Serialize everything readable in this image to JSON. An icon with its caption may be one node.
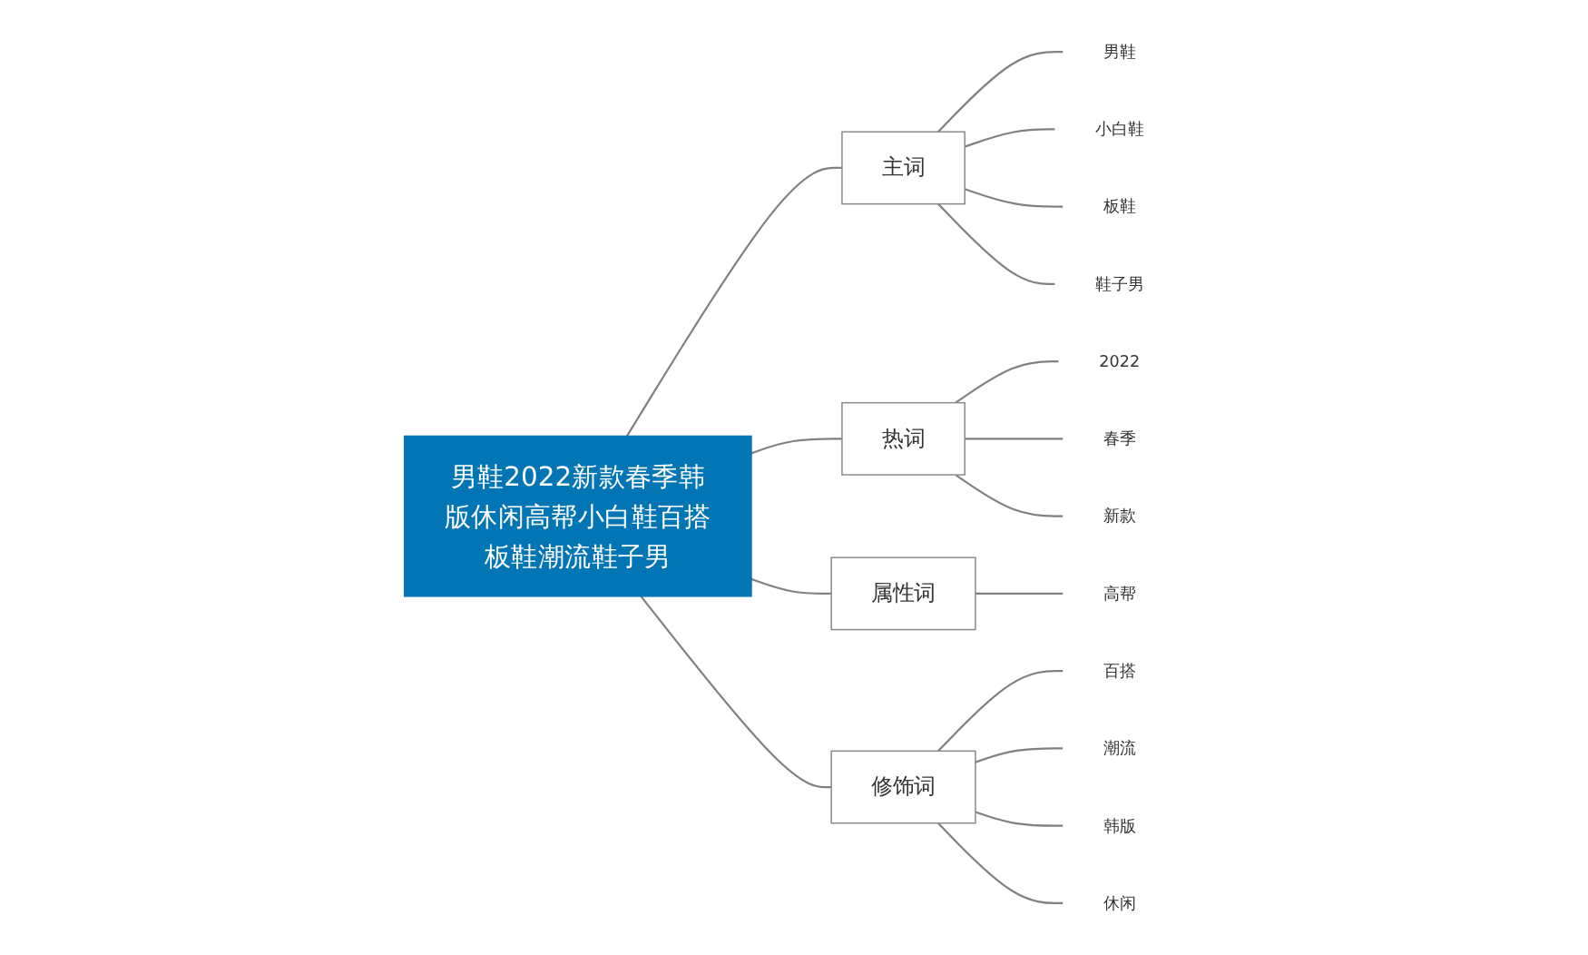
{
  "diagram": {
    "nodes": [
      {
        "text": [
          "男鞋2022新款春季韩版休闲高帮小白鞋百搭板鞋潮流鞋子男"
        ]
      },
      {
        "text": [
          "主词"
        ]
      },
      {
        "text": [
          "男鞋"
        ]
      },
      {
        "text": [
          "小白鞋"
        ]
      },
      {
        "text": [
          "板鞋"
        ]
      },
      {
        "text": [
          "鞋子男"
        ]
      },
      {
        "text": [
          "热词"
        ]
      },
      {
        "text": [
          "2022"
        ]
      },
      {
        "text": [
          "春季"
        ]
      },
      {
        "text": [
          "新款"
        ]
      },
      {
        "text": [
          "属性词"
        ]
      },
      {
        "text": [
          "高帮"
        ]
      },
      {
        "text": [
          "修饰词"
        ]
      },
      {
        "text": [
          "百搭"
        ]
      },
      {
        "text": [
          "潮流"
        ]
      },
      {
        "text": [
          "韩版"
        ]
      },
      {
        "text": [
          "休闲"
        ]
      }
    ],
    "edges": [
      {
        "from": 0,
        "to": 1,
        "arrow": "none"
      },
      {
        "from": 1,
        "to": 2,
        "arrow": "none"
      },
      {
        "from": 1,
        "to": 3,
        "arrow": "none"
      },
      {
        "from": 1,
        "to": 4,
        "arrow": "none"
      },
      {
        "from": 1,
        "to": 5,
        "arrow": "none"
      },
      {
        "from": 0,
        "to": 6,
        "arrow": "none"
      },
      {
        "from": 6,
        "to": 7,
        "arrow": "none"
      },
      {
        "from": 6,
        "to": 8,
        "arrow": "none"
      },
      {
        "from": 6,
        "to": 9,
        "arrow": "none"
      },
      {
        "from": 0,
        "to": 10,
        "arrow": "none"
      },
      {
        "from": 10,
        "to": 11,
        "arrow": "none"
      },
      {
        "from": 0,
        "to": 12,
        "arrow": "none"
      },
      {
        "from": 12,
        "to": 13,
        "arrow": "none"
      },
      {
        "from": 12,
        "to": 14,
        "arrow": "none"
      },
      {
        "from": 12,
        "to": 15,
        "arrow": "none"
      },
      {
        "from": 12,
        "to": 16,
        "arrow": "none"
      }
    ]
  }
}
